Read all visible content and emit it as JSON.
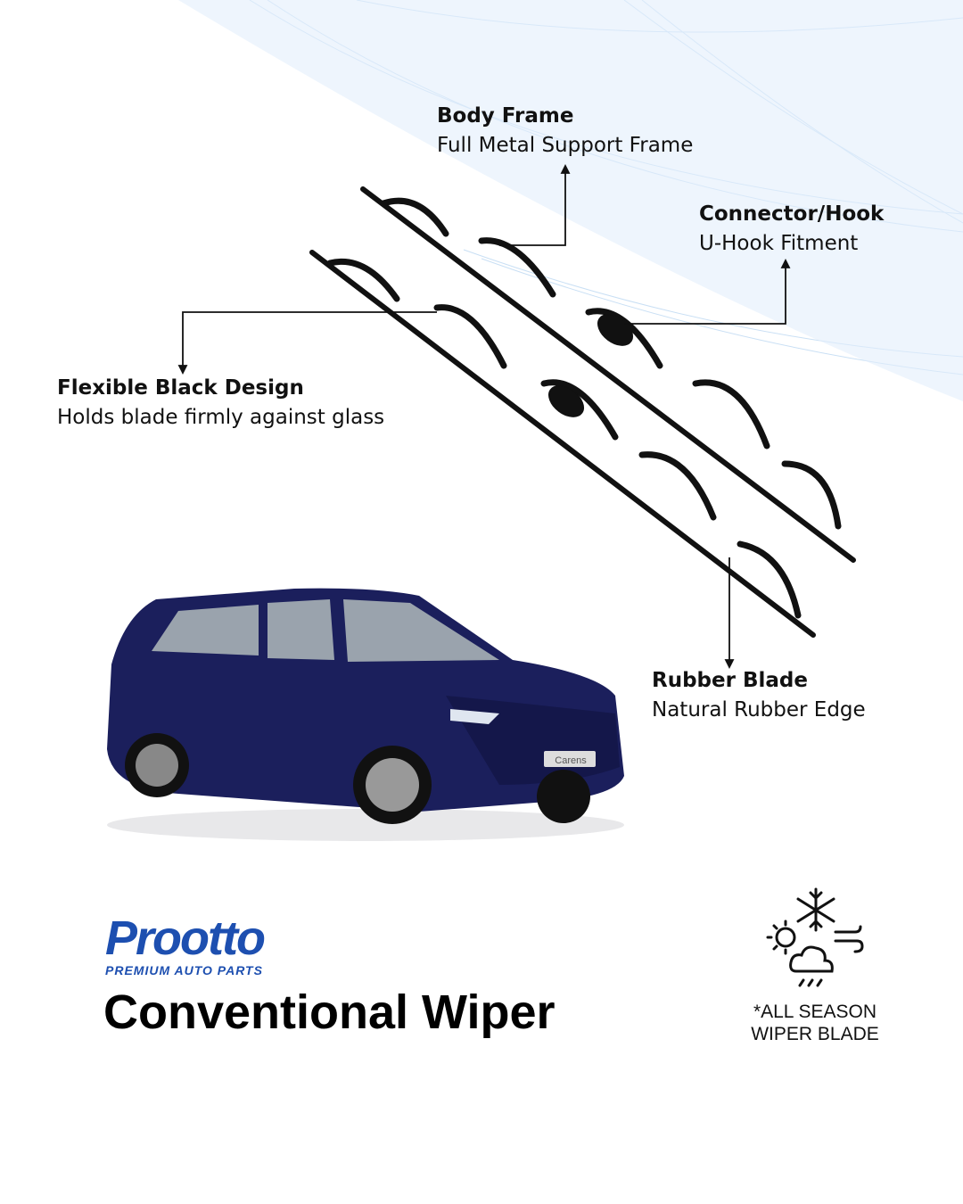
{
  "callouts": {
    "body_frame": {
      "title": "Body Frame",
      "subtitle": "Full Metal Support Frame"
    },
    "connector": {
      "title": "Connector/Hook",
      "subtitle": "U-Hook Fitment"
    },
    "flexible": {
      "title": "Flexible Black Design",
      "subtitle": "Holds blade firmly against glass"
    },
    "rubber": {
      "title": "Rubber Blade",
      "subtitle": "Natural Rubber Edge"
    }
  },
  "car": {
    "plate": "Carens"
  },
  "brand": {
    "name": "Prootto",
    "tagline": "PREMIUM AUTO PARTS",
    "color": "#1d4fb0"
  },
  "product_title": "Conventional Wiper",
  "season": {
    "line1": "*ALL SEASON",
    "line2": "WIPER BLADE",
    "icon": "all-weather-icon"
  }
}
